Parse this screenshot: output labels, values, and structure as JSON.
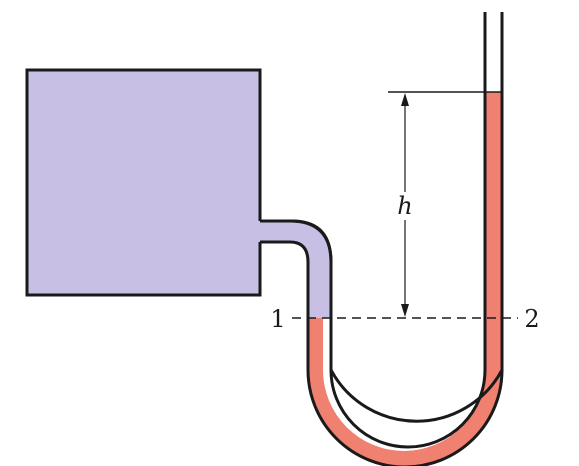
{
  "labels": {
    "height": "h",
    "point_1": "1",
    "point_2": "2"
  },
  "colors": {
    "gas": "#c8c0e4",
    "liquid": "#f08070",
    "outline": "#1a1a1a",
    "background": "#ffffff"
  }
}
